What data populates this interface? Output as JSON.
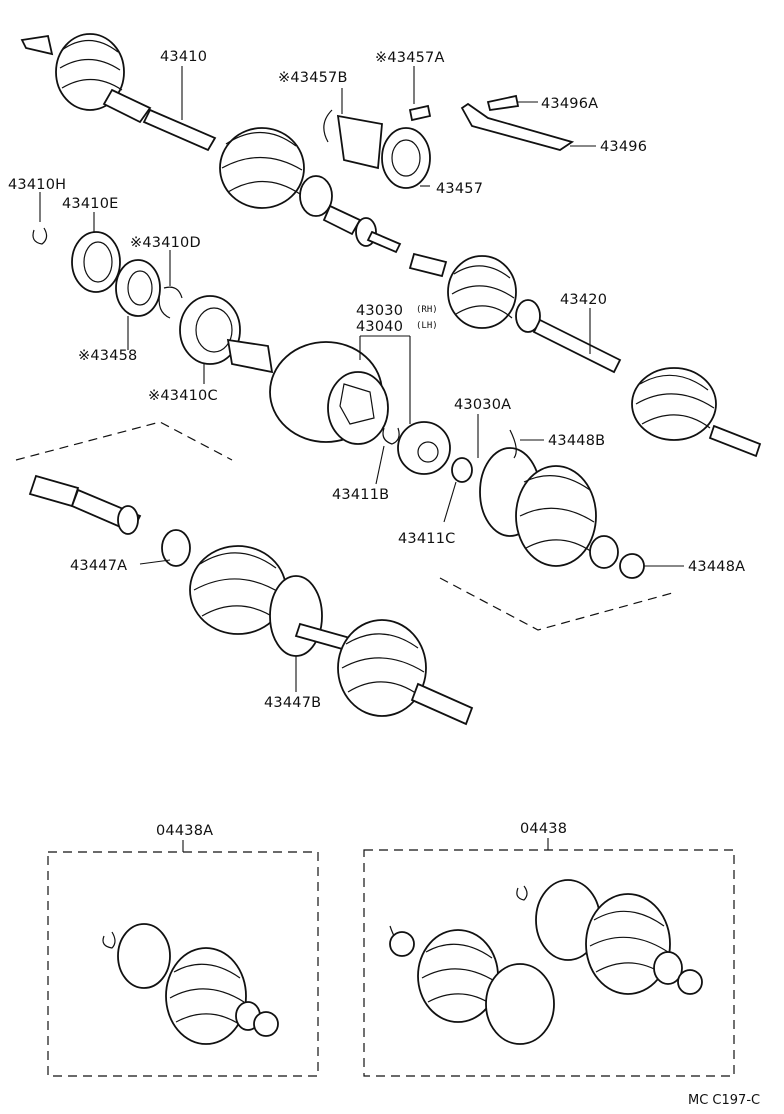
{
  "labels": {
    "p43410": "43410",
    "p43457B": "※43457B",
    "p43457A": "※43457A",
    "p43496A": "43496A",
    "p43496": "43496",
    "p43457": "43457",
    "p43410H": "43410H",
    "p43410E": "43410E",
    "p43410D": "※43410D",
    "p43458": "※43458",
    "p43410C": "※43410C",
    "p43030": "43030",
    "p43030_sub": "(RH)",
    "p43040": "43040",
    "p43040_sub": "(LH)",
    "p43420": "43420",
    "p43030A": "43030A",
    "p43448B": "43448B",
    "p43411B": "43411B",
    "p43411C": "43411C",
    "p43448A": "43448A",
    "p43447A": "43447A",
    "p43447B": "43447B",
    "p04438A": "04438A",
    "p04438": "04438"
  },
  "figure_code": "MC C197-C"
}
